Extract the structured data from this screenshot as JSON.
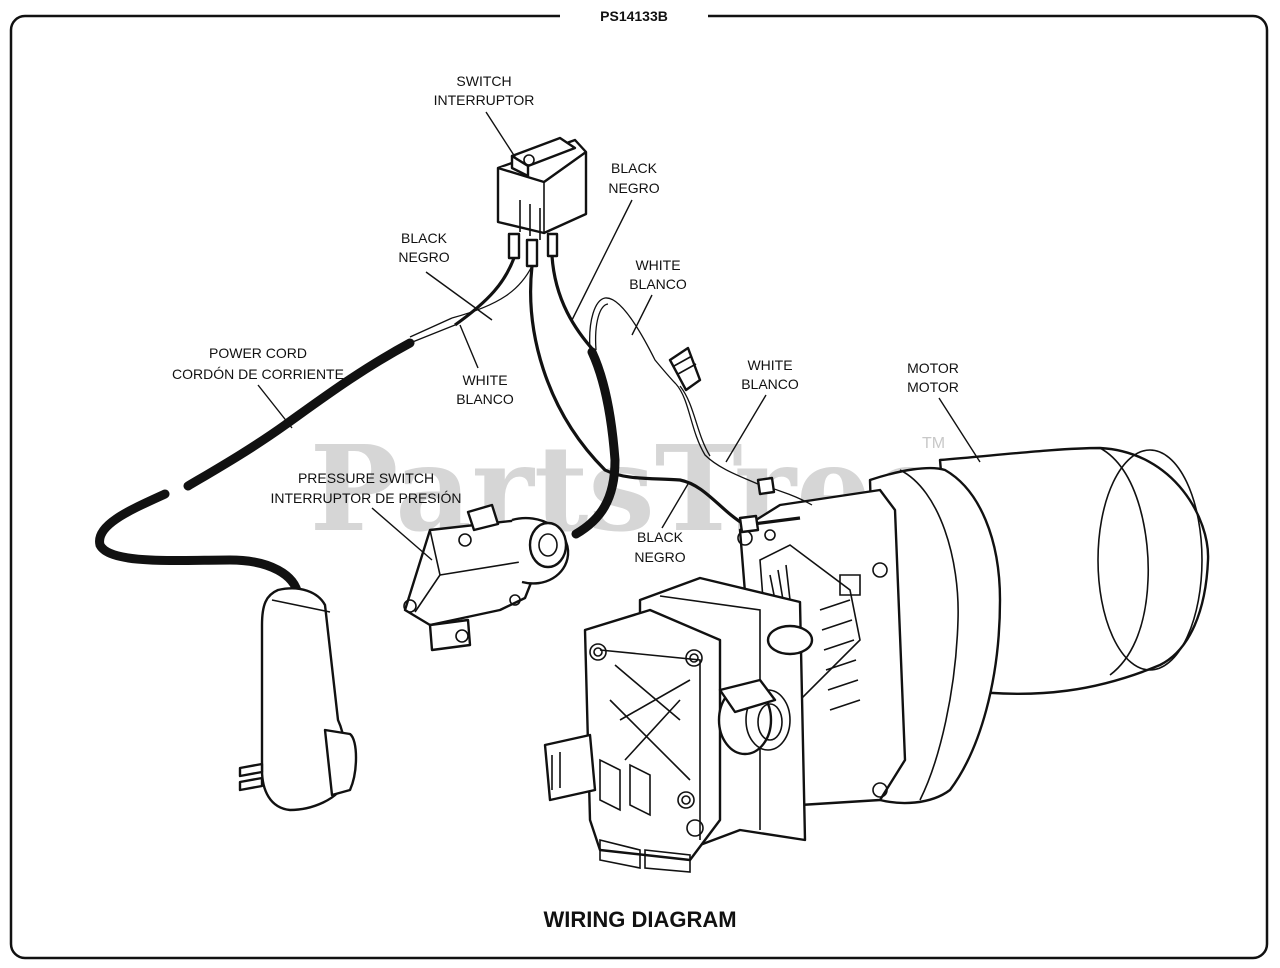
{
  "document": {
    "id": "PS14133B",
    "title": "WIRING DIAGRAM",
    "watermark": "PartsTree",
    "watermark_mark": "TM"
  },
  "labels": {
    "switch": [
      "SWITCH",
      "INTERRUPTOR"
    ],
    "black_top_right": [
      "BLACK",
      "NEGRO"
    ],
    "black_left": [
      "BLACK",
      "NEGRO"
    ],
    "white_right": [
      "WHITE",
      "BLANCO"
    ],
    "power_cord": [
      "POWER CORD",
      "CORDÓN DE CORRIENTE"
    ],
    "white_center": [
      "WHITE",
      "BLANCO"
    ],
    "white_motor": [
      "WHITE",
      "BLANCO"
    ],
    "motor": [
      "MOTOR",
      "MOTOR"
    ],
    "pressure_switch": [
      "PRESSURE SWITCH",
      "INTERRUPTOR DE PRESIÓN"
    ],
    "black_bottom": [
      "BLACK",
      "NEGRO"
    ]
  },
  "colors": {
    "line": "#111111",
    "background": "#ffffff",
    "watermark": "#d6d6d6"
  }
}
